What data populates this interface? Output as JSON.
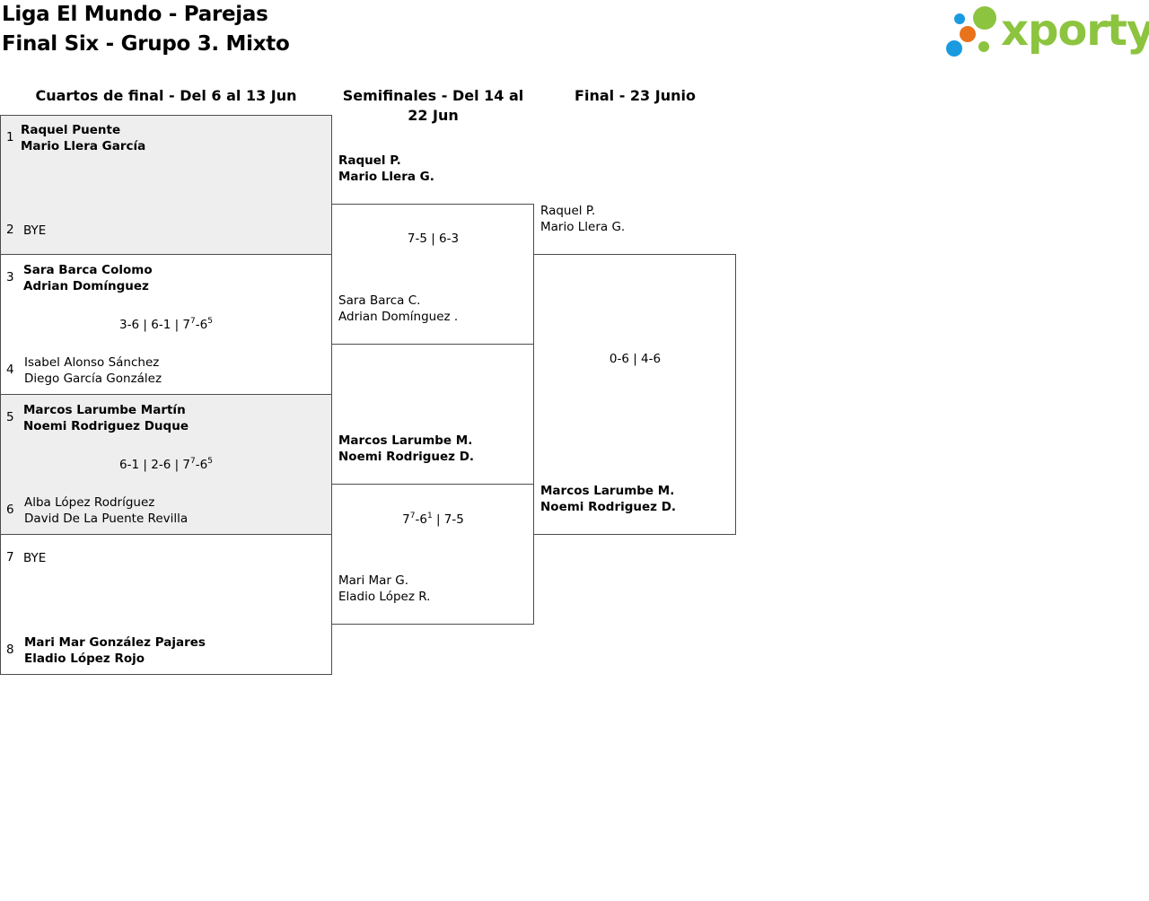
{
  "title": {
    "line1": "Liga El Mundo - Parejas",
    "line2": "Final Six - Grupo 3. Mixto"
  },
  "logo": {
    "text": "xporty",
    "dot_colors": [
      "#1a9be0",
      "#e8731c",
      "#8cc43f"
    ]
  },
  "rounds": {
    "quarters": "Cuartos de final - Del 6 al 13 Jun",
    "semis": "Semifinales - Del 14 al 22 Jun",
    "final": "Final - 23 Junio"
  },
  "quarters": {
    "m1": {
      "s1": "1",
      "p1": [
        "Raquel Puente",
        "Mario Llera García"
      ],
      "s2": "2",
      "p2": "BYE"
    },
    "m2": {
      "s1": "3",
      "p1": [
        "Sara Barca Colomo",
        "Adrian Domínguez"
      ],
      "score": {
        "a": "3-6 | 6-1 | 7",
        "sup1": "7",
        "b": "-6",
        "sup2": "5"
      },
      "s2": "4",
      "p2": [
        "Isabel Alonso Sánchez",
        "Diego García González"
      ]
    },
    "m3": {
      "s1": "5",
      "p1": [
        "Marcos Larumbe Martín",
        "Noemi Rodriguez Duque"
      ],
      "score": {
        "a": "6-1 | 2-6 | 7",
        "sup1": "7",
        "b": "-6",
        "sup2": "5"
      },
      "s2": "6",
      "p2": [
        "Alba López Rodríguez",
        "David De La Puente Revilla"
      ]
    },
    "m4": {
      "s1": "7",
      "p1": "BYE",
      "s2": "8",
      "p2": [
        "Mari Mar González Pajares",
        "Eladio López Rojo"
      ]
    }
  },
  "semis": {
    "m1": {
      "p1": [
        "Raquel P.",
        "Mario Llera G."
      ],
      "score": "7-5 | 6-3",
      "p2": [
        "Sara Barca C.",
        "Adrian Domínguez ."
      ]
    },
    "m2": {
      "p1": [
        "Marcos Larumbe M.",
        "Noemi Rodriguez D."
      ],
      "score": {
        "a": "7",
        "sup1": "7",
        "b": "-6",
        "sup2": "1",
        "c": " | 7-5"
      },
      "p2": [
        "Mari Mar G.",
        "Eladio López R."
      ]
    }
  },
  "final": {
    "p1": [
      "Raquel P.",
      "Mario Llera G."
    ],
    "score": "0-6 | 4-6",
    "p2": [
      "Marcos Larumbe M.",
      "Noemi Rodriguez D."
    ]
  }
}
